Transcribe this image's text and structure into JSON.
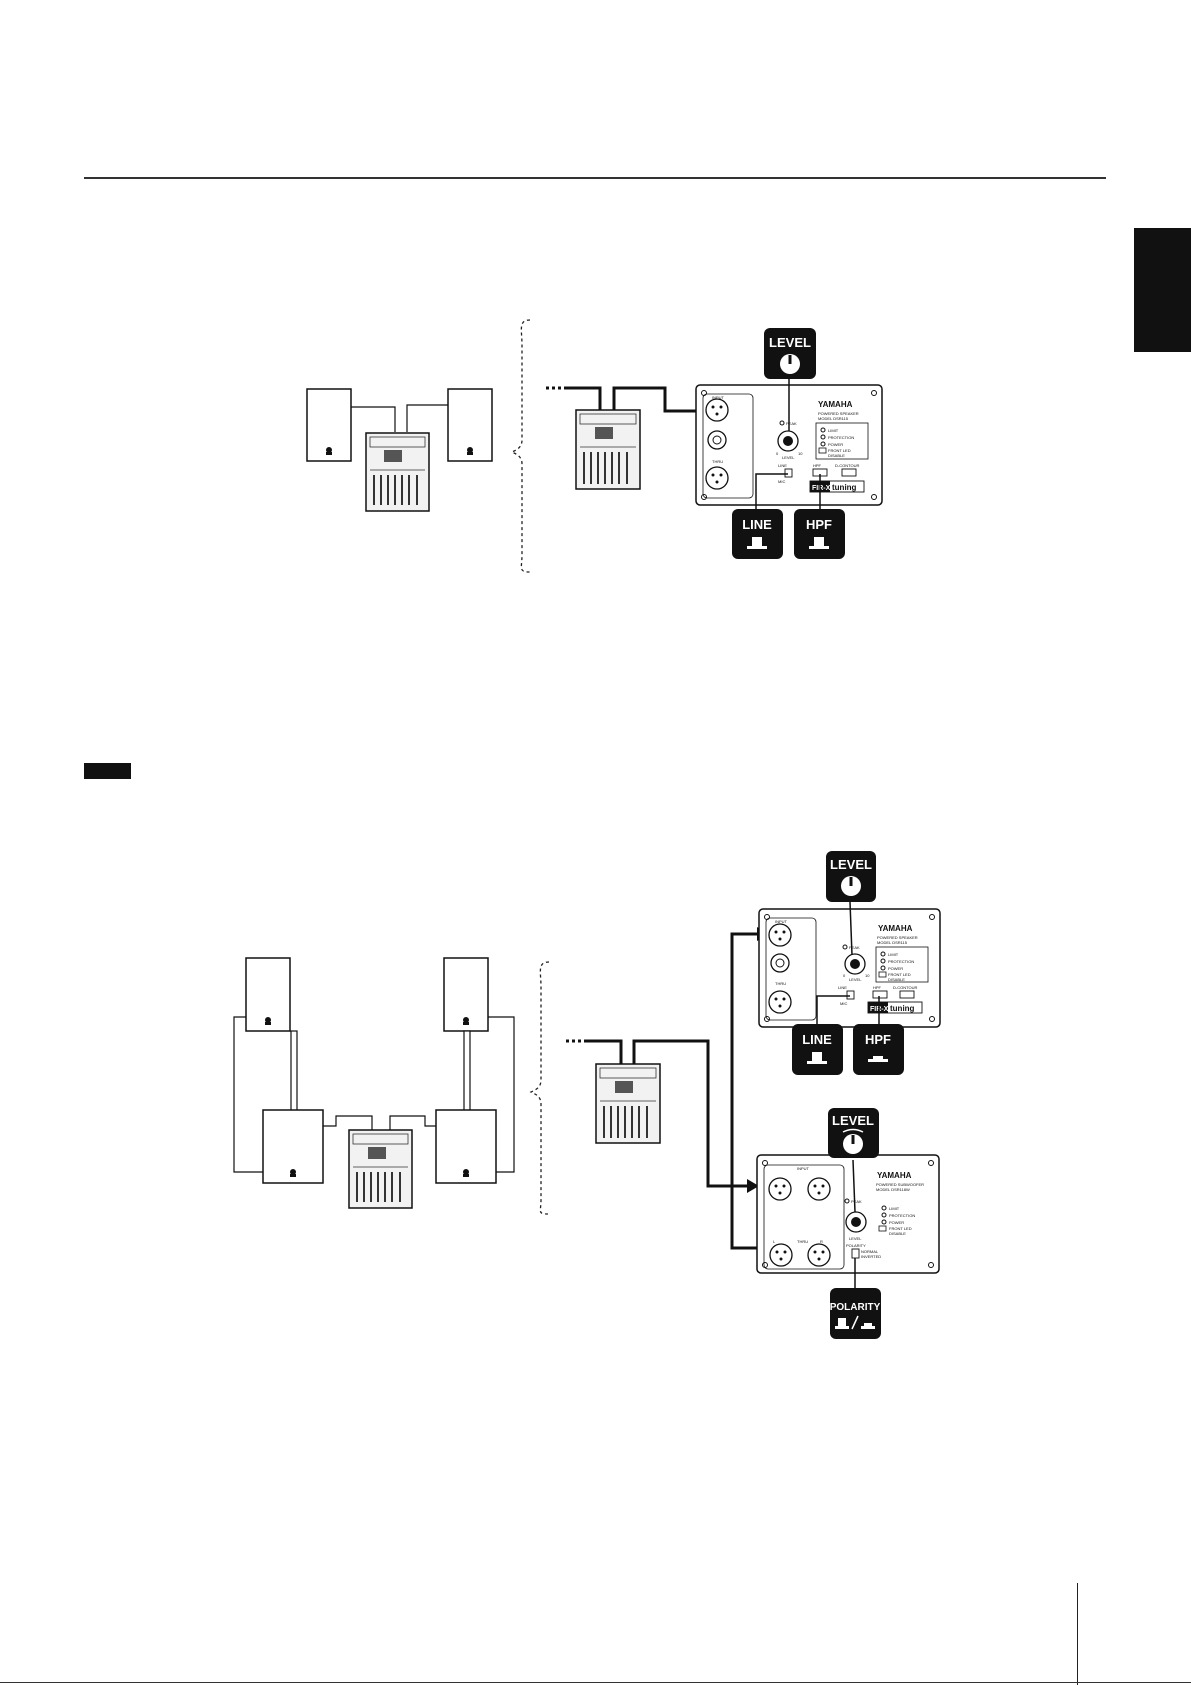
{
  "diagram1": {
    "level_badge": "LEVEL",
    "line_badge": "LINE",
    "hpf_badge": "HPF",
    "panel": {
      "brand": "YAMAHA",
      "model_line1": "POWERED SPEAKER",
      "model_line2": "MODEL DSR115",
      "input": "INPUT",
      "thru": "THRU",
      "peak": "PEAK",
      "limit": "LIMIT",
      "protection": "PROTECTION",
      "power": "POWER",
      "front_led1": "FRONT LED",
      "front_led2": "DISABLE",
      "level": "LEVEL",
      "hpf": "HPF",
      "d_contour": "D-CONTOUR",
      "line_mic1": "LINE",
      "line_mic2": "MIC",
      "fir_x": "FIR-X",
      "tuning": "tuning",
      "dial_min": "0",
      "dial_max": "10"
    }
  },
  "diagram2": {
    "top_level_badge": "LEVEL",
    "line_badge": "LINE",
    "hpf_badge": "HPF",
    "sub_level_badge": "LEVEL",
    "polarity_badge": "POLARITY",
    "speaker_panel": {
      "brand": "YAMAHA",
      "model_line1": "POWERED SPEAKER",
      "model_line2": "MODEL DSR115",
      "input": "INPUT",
      "thru": "THRU",
      "peak": "PEAK",
      "limit": "LIMIT",
      "protection": "PROTECTION",
      "power": "POWER",
      "front_led1": "FRONT LED",
      "front_led2": "DISABLE",
      "level": "LEVEL",
      "hpf": "HPF",
      "d_contour": "D-CONTOUR",
      "line_mic1": "LINE",
      "line_mic2": "MIC",
      "fir_x": "FIR-X",
      "tuning": "tuning",
      "dial_min": "0",
      "dial_max": "10"
    },
    "sub_panel": {
      "brand": "YAMAHA",
      "model_line1": "POWERED SUBWOOFER",
      "model_line2": "MODEL DSR118W",
      "input": "INPUT",
      "thru": "THRU",
      "peak": "PEAK",
      "limit": "LIMIT",
      "protection": "PROTECTION",
      "power": "POWER",
      "front_led1": "FRONT LED",
      "front_led2": "DISABLE",
      "level": "LEVEL",
      "polarity": "POLARITY",
      "normal": "NORMAL",
      "inverted": "INVERTED",
      "l": "L",
      "r": "R"
    }
  }
}
